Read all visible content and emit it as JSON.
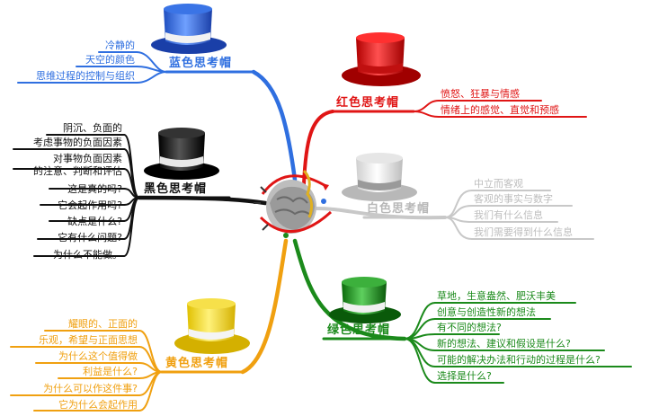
{
  "colors": {
    "blue": "#2f6fe0",
    "red": "#e01515",
    "white": "#b8b8b8",
    "black": "#111111",
    "yellow": "#f0a010",
    "green": "#1b8a1b"
  },
  "center": {
    "icon": "brain-storm-icon"
  },
  "hats": {
    "blue": {
      "title": "蓝色思考帽",
      "icon": "blue-top-hat-icon",
      "items": [
        "冷静的",
        "天空的颜色",
        "思维过程的控制与组织"
      ]
    },
    "red": {
      "title": "红色思考帽",
      "icon": "red-top-hat-icon",
      "items": [
        "愤怒、狂暴与情感",
        "情绪上的感觉、直觉和预感"
      ]
    },
    "white": {
      "title": "白色思考帽",
      "icon": "white-top-hat-icon",
      "items": [
        "中立而客观",
        "客观的事实与数字",
        "我们有什么信息",
        "我们需要得到什么信息"
      ]
    },
    "black": {
      "title": "黑色思考帽",
      "icon": "black-top-hat-icon",
      "items": [
        "阴沉、负面的",
        "考虑事物的负面因素",
        "对事物负面因素",
        "的注意、判断和评估",
        "这是真的吗?",
        "它会起作用吗?",
        "缺点是什么?",
        "它有什么问题?",
        "为什么不能做。"
      ]
    },
    "yellow": {
      "title": "黄色思考帽",
      "icon": "yellow-top-hat-icon",
      "items": [
        "耀眼的、正面的",
        "乐观，希望与正面思想",
        "为什么这个值得做",
        "利益是什么?",
        "为什么可以作这件事?",
        "它为什么会起作用"
      ]
    },
    "green": {
      "title": "绿色思考帽",
      "icon": "green-top-hat-icon",
      "items": [
        "草地，生意盎然、肥沃丰美",
        "创意与创造性新的想法",
        "有不同的想法?",
        "新的想法、建议和假设是什么?",
        "可能的解决办法和行动的过程是什么?",
        "选择是什么?"
      ]
    }
  }
}
